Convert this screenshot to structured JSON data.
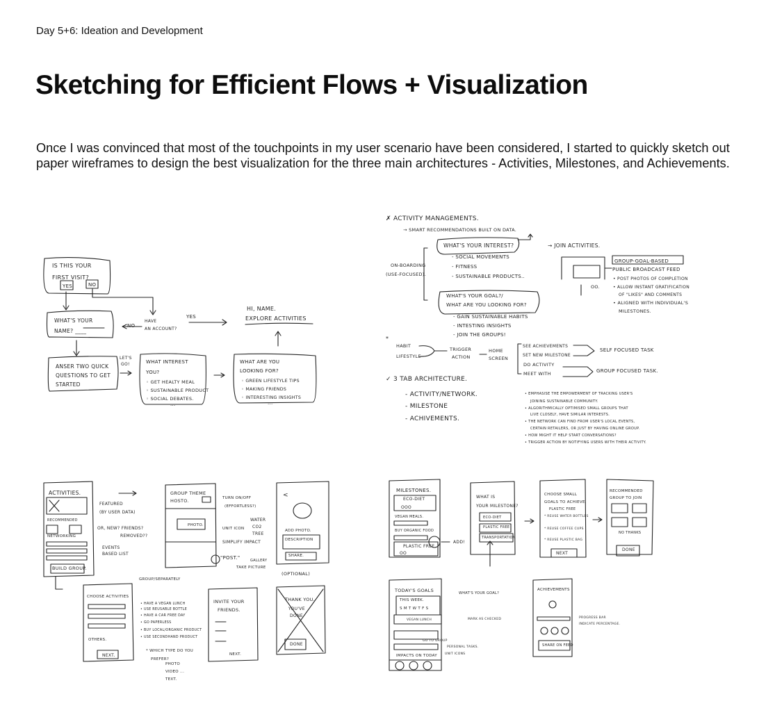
{
  "header": {
    "eyebrow": "Day 5+6: Ideation and Development",
    "title": "Sketching for Efficient Flows + Visualization",
    "intro": "Once I was convinced that most of the touchpoints in my user scenario have been considered, I started to quickly sketch out paper wireframes to design the best visualization for the three main architectures - Activities, Milestones, and Achievements."
  },
  "sketches": {
    "flow": [
      "IS THIS YOUR",
      "FIRST VISIT?",
      "YES",
      "NO",
      "WHAT'S YOUR",
      "NAME? ____",
      "NO",
      "HAVE",
      "AN ACCOUNT?",
      "YES",
      "HI, NAME.",
      "EXPLORE ACTIVITIES",
      "ANSER TWO QUICK",
      "QUESTIONS TO GET",
      "STARTED",
      "LET'S",
      "GO!",
      "WHAT INTEREST",
      "YOU?",
      "◦ GET HEALTY MEAL",
      "◦ SUSTAINABLE PRODUCT",
      "◦ SOCIAL DEBATES.",
      "...",
      "WHAT ARE YOU",
      "LOOKING FOR?",
      "◦ GREEN LIFESTYLE TIPS",
      "◦ MAKING FRIENDS",
      "◦ INTERESTING INSIGHTS",
      "..."
    ],
    "notes": [
      "✗ ACTIVITY MANAGEMENTS.",
      "→ SMART RECOMMENDATIONS BUILT ON DATA.",
      "WHAT'S YOUR INTEREST?",
      "- SOCIAL MOVEMENTS",
      "- FITNESS",
      "- SUSTAINABLE PRODUCTS..",
      "ON-BOARDING",
      "(USE-FOCUSED).",
      "WHAT'S YOUR GOAL?/",
      "WHAT ARE YOU LOOKING FOR?",
      "- GAIN SUSTAINABLE HABITS",
      "- INTESTING INSIGHTS",
      "- JOIN THE GROUPS!",
      "→ JOIN ACTIVITIES.",
      "OO.",
      "GROUP-GOAL-BASED",
      "PUBLIC BROADCAST FEED",
      "• POST PHOTOS OF COMPLETION",
      "• ALLOW INSTANT GRATIFICATION",
      "OF \"LIKES\" AND COMMENTS",
      "• ALIGNED WITH INDIVIDUAL'S",
      "MILESTONES.",
      "*",
      "HABIT",
      "LIFESTYLE",
      "TRIGGER",
      "ACTION",
      "HOME",
      "SCREEN",
      "SEE ACHIEVEMENTS",
      "SET NEW MILESTONE",
      "DO ACTIVITY",
      "MEET WITH",
      "SELF FOCUSED TASK",
      "GROUP FOCUSED TASK.",
      "✓ 3 TAB ARCHITECTURE.",
      "- ACTIVITY/NETWORK.",
      "- MILESTONE",
      "- ACHIVEMENTS.",
      "• EMPHASISE THE EMPOWERMENT OF TRACKING USER'S",
      "JOINING SUSTAINABLE COMMUNITY.",
      "• ALGORITHMICALLY OPTIMISED SMALL GROUPS THAT",
      "LIVE CLOSELY, HAVE SIMILAR INTERESTS.",
      "• THE NETWORK CAN FIND FROM USER'S LOCAL EVENTS,",
      "CERTAIN RETAILERS, OR JUST BY HAVING ONLINE GROUP.",
      "• HOW MIGHT IT HELP START CONVERSATIONS?",
      "• TRIGGER ACTION BY NOTIFYING USERS WITH THEIR ACTIVITY."
    ],
    "activities": [
      "ACTIVITIES.",
      "FEATURED",
      "(BY USER DATA)",
      "RECOMMENDED",
      "OR, NEW? FRIENDS?",
      "NETWORKING",
      "REMOVED??",
      "EVENTS",
      "BASED LIST",
      "BUILD GROUP.",
      "GROUP THEME",
      "HOSTO.",
      "TURN ON/OFF",
      "(EFFORTLESS?)",
      "PHOTO.",
      "UNIT ICON",
      "WATER",
      "CO2",
      "TREE",
      "SIMPLIFY IMPACT",
      "\"POST.\"",
      "GALLERY",
      "TAKE PICTURE",
      "<",
      "ADD PHOTO.",
      "DESCRIPTION",
      "SHARE.",
      "(OPTIONAL)",
      "GROUP/SEPARATELY",
      "CHOOSE ACTIVITIES",
      "OTHERS.",
      "NEXT.",
      "• HAVE A VEGAN LUNCH",
      "• USE REUSABLE BOTTLE",
      "• HAVE A CAR FREE DAY",
      "• GO PAPERLESS",
      "• BUY LOCAL/ORGANIC PRODUCT",
      "• USE SECONDHAND PRODUCT",
      "* WHICH TYPE DO YOU",
      "PREFER?",
      "PHOTO",
      "VIDEO ...",
      "TEXT.",
      "INVITE YOUR",
      "FRIENDS.",
      "NEXT.",
      "THANK YOU.",
      "YOU'VE",
      "DONE",
      "DONE"
    ],
    "milestones": [
      "MILESTONES.",
      "ECO-DIET",
      "OOO",
      "VEGAN MEALS.",
      "BUY ORGANIC FOOD",
      "PLASTIC FREE",
      "OO",
      "ADD!",
      "WHAT IS",
      "YOUR MILESTONE?",
      "ECO-DIET",
      "PLASTIC FREE",
      "TRANSPORTATION",
      "CHOOSE SMALL",
      "GOALS TO ACHIEVE.",
      "PLASTIC FREE",
      "* REUSE WATER BOTTLES",
      "* REUSE COFFEE CUPS",
      "* REUSE PLASTIC BAG",
      "NEXT",
      "RECOMMENDED",
      "GROUP TO JOIN",
      "NO THANKS",
      "DONE",
      "TODAY'S GOALS",
      "WHAT'S YOUR GOAL?",
      "THIS WEEK.",
      "S M T W T F S",
      "VEGAN LUNCH",
      "MARK AS CHECKED",
      "GO TO GROUP",
      "PERSONAL TASKS.",
      "IMPACTS ON TODAY",
      "UNIT ICONS",
      "ACHIEVEMENTS",
      "PROGRESS BAR",
      "INDICATE PERCENTAGE.",
      "SHARE ON FEED"
    ]
  }
}
